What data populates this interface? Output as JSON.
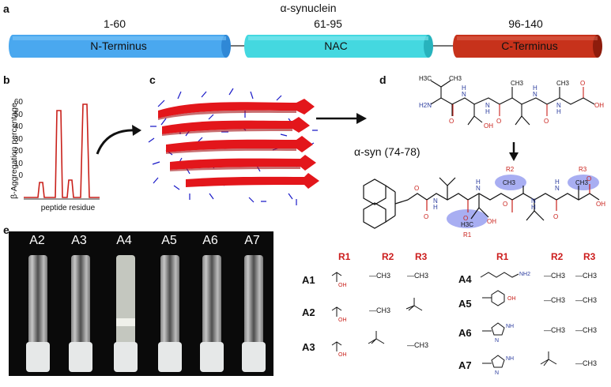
{
  "panels": {
    "a": "a",
    "b": "b",
    "c": "c",
    "d": "d",
    "e": "e"
  },
  "panel_a": {
    "title": "α-synuclein",
    "segments": [
      {
        "range": "1-60",
        "name": "N-Terminus",
        "color": "#4aa8ef"
      },
      {
        "range": "61-95",
        "name": "NAC",
        "color": "#44d8e0"
      },
      {
        "range": "96-140",
        "name": "C-Terminus",
        "color": "#c7321b"
      }
    ]
  },
  "panel_b": {
    "ylabel": "β-Aggregation percentage",
    "xlabel": "peptide residue",
    "yticks": [
      "60",
      "50",
      "40",
      "30",
      "20",
      "10",
      "0"
    ]
  },
  "panel_d": {
    "peptide_label": "α-syn (74-78)",
    "r_labels": [
      "R1",
      "R2",
      "R3"
    ],
    "atoms": {
      "h3c": "H3C",
      "h2n": "H2N",
      "oh": "OH",
      "ch3": "CH3",
      "o": "O",
      "n": "N",
      "h": "H"
    }
  },
  "table": {
    "left_headers": [
      "R1",
      "R2",
      "R3"
    ],
    "right_headers": [
      "R1",
      "R2",
      "R3"
    ],
    "left_rows": [
      "A1",
      "A2",
      "A3"
    ],
    "right_rows": [
      "A4",
      "A5",
      "A6",
      "A7"
    ],
    "ch3": "—CH3",
    "oh": "OH",
    "nh2": "NH2",
    "nh": "NH",
    "n": "N"
  },
  "panel_e": {
    "vials": [
      "A2",
      "A3",
      "A4",
      "A5",
      "A6",
      "A7"
    ]
  }
}
